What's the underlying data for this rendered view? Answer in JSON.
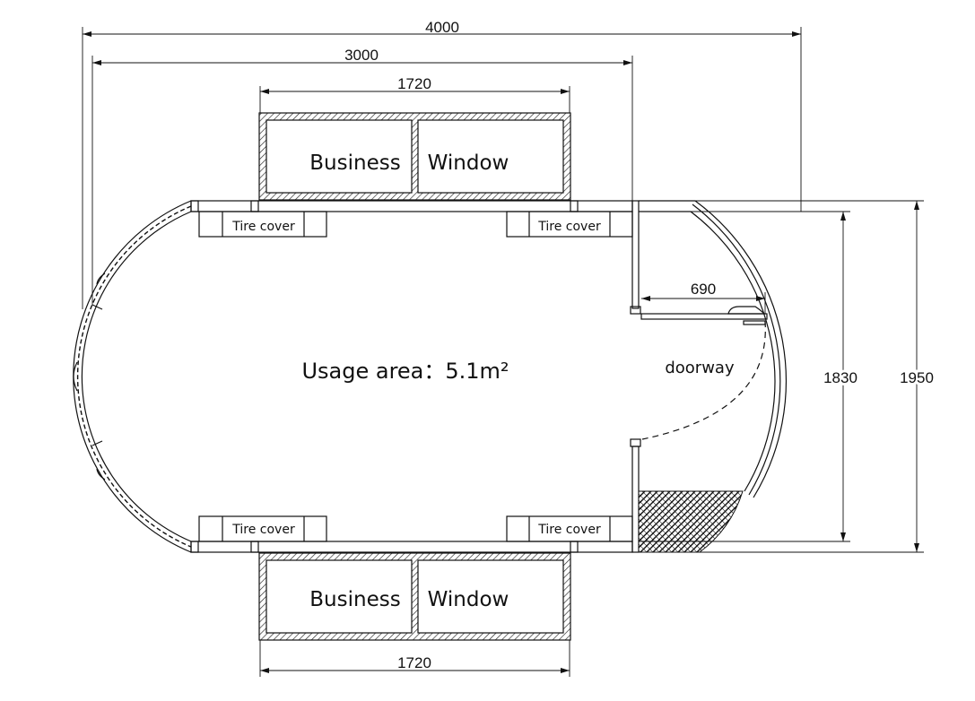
{
  "dimensions": {
    "overall_length": "4000",
    "body_length": "3000",
    "window_top_width": "1720",
    "window_bottom_width": "1720",
    "door_width": "690",
    "inner_width": "1830",
    "overall_width": "1950"
  },
  "labels": {
    "business_top": "Business",
    "window_top": "Window",
    "business_bottom": "Business",
    "window_bottom": "Window",
    "tire_cover_tl": "Tire cover",
    "tire_cover_tr": "Tire cover",
    "tire_cover_bl": "Tire cover",
    "tire_cover_br": "Tire cover",
    "usage_area": "Usage area：5.1m²",
    "doorway": "doorway"
  }
}
